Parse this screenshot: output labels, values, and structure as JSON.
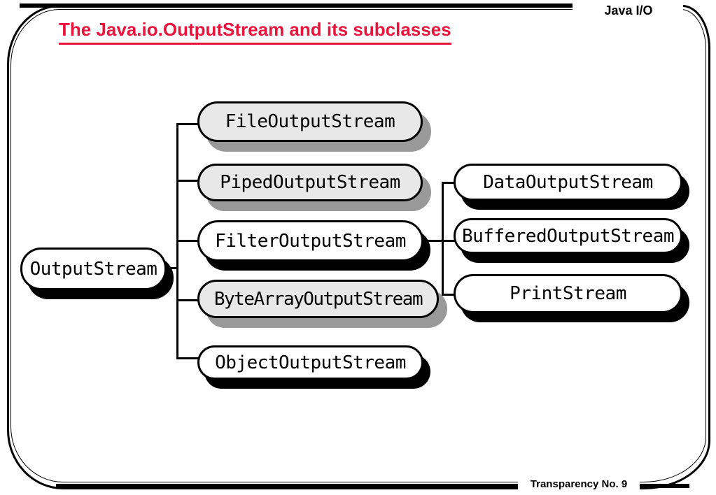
{
  "page": {
    "header_label": "Java I/O",
    "footer_label": "Transparency No. 9",
    "title": "The Java.io.OutputStream and its subclasses"
  },
  "colors": {
    "title_red": "#e8143c",
    "box_white_fill": "#ffffff",
    "box_gray_fill": "#e8e8e8",
    "shadow_black": "#000000",
    "shadow_gray": "#999999",
    "line_black": "#000000"
  },
  "diagram": {
    "root": {
      "label": "OutputStream",
      "fill": "white"
    },
    "children": [
      {
        "label": "FileOutputStream",
        "fill": "gray"
      },
      {
        "label": "PipedOutputStream",
        "fill": "gray"
      },
      {
        "label": "FilterOutputStream",
        "fill": "white"
      },
      {
        "label": "ByteArrayOutputStream",
        "fill": "gray"
      },
      {
        "label": "ObjectOutputStream",
        "fill": "white"
      }
    ],
    "filter_children": [
      {
        "label": "DataOutputStream",
        "fill": "white"
      },
      {
        "label": "BufferedOutputStream",
        "fill": "white"
      },
      {
        "label": "PrintStream",
        "fill": "white"
      }
    ]
  }
}
